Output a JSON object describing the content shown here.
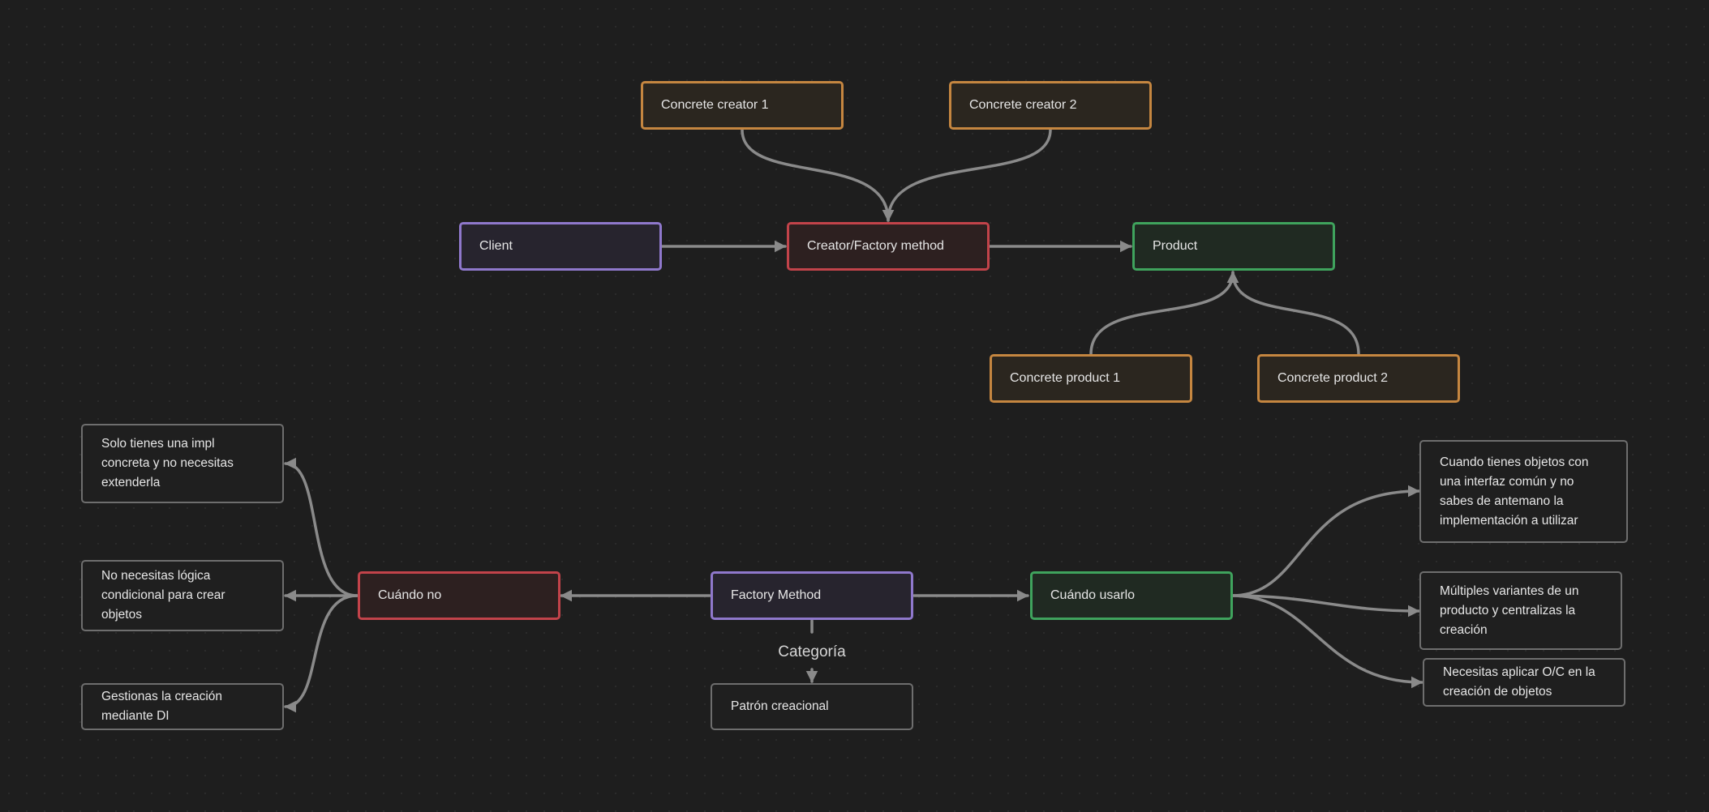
{
  "nodes": {
    "concrete_creator_1": "Concrete creator 1",
    "concrete_creator_2": "Concrete creator 2",
    "client": "Client",
    "creator_factory_method": "Creator/Factory method",
    "product": "Product",
    "concrete_product_1": "Concrete product 1",
    "concrete_product_2": "Concrete product 2",
    "factory_method": "Factory Method",
    "cuando_no": "Cuándo no",
    "cuando_usarlo": "Cuándo usarlo",
    "patron_creacional": "Patrón creacional",
    "no_1": "Solo tienes una impl concreta y no necesitas extenderla",
    "no_2": "No necesitas lógica condicional para crear objetos",
    "no_3": "Gestionas la creación mediante DI",
    "usar_1": "Cuando tienes objetos con una interfaz común y no sabes de antemano la implementación a utilizar",
    "usar_2": "Múltiples variantes de un producto y centralizas la creación",
    "usar_3": "Necesitas aplicar O/C en la creación de objetos"
  },
  "edge_labels": {
    "categoria": "Categoría"
  },
  "colors": {
    "background": "#1e1e1e",
    "edge": "#8a8a8a",
    "orange": "#c58640",
    "purple": "#8f78cc",
    "red": "#c2434a",
    "green": "#3fa35d",
    "gray": "#6e6e6e"
  }
}
